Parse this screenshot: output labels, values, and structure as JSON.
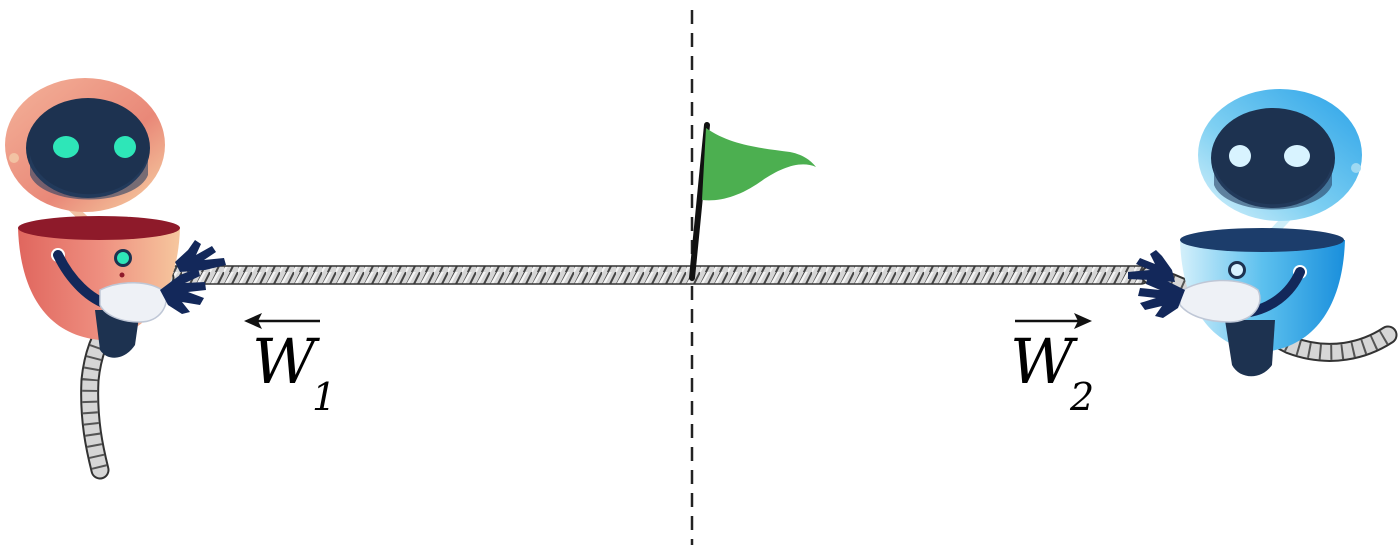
{
  "labels": {
    "left_vector": "W",
    "left_subscript": "1",
    "right_vector": "W",
    "right_subscript": "2"
  },
  "colors": {
    "flag": "#4caf50",
    "pole": "#111111",
    "rope": "#cfcfcf",
    "rope_outline": "#333333",
    "center_line": "#222222",
    "left_robot_body": "#e57a6e",
    "left_robot_collar": "#8e1a2a",
    "left_robot_eyes": "#2ee6b8",
    "right_robot_body": "#4fb6ea",
    "right_robot_collar": "#1c3d6b",
    "right_robot_eyes": "#d8f3ff",
    "robot_visor": "#1d3250",
    "robot_hands": "#13285a"
  },
  "icons": {
    "left": "red-robot-icon",
    "right": "blue-robot-icon",
    "center": "flag-icon"
  }
}
